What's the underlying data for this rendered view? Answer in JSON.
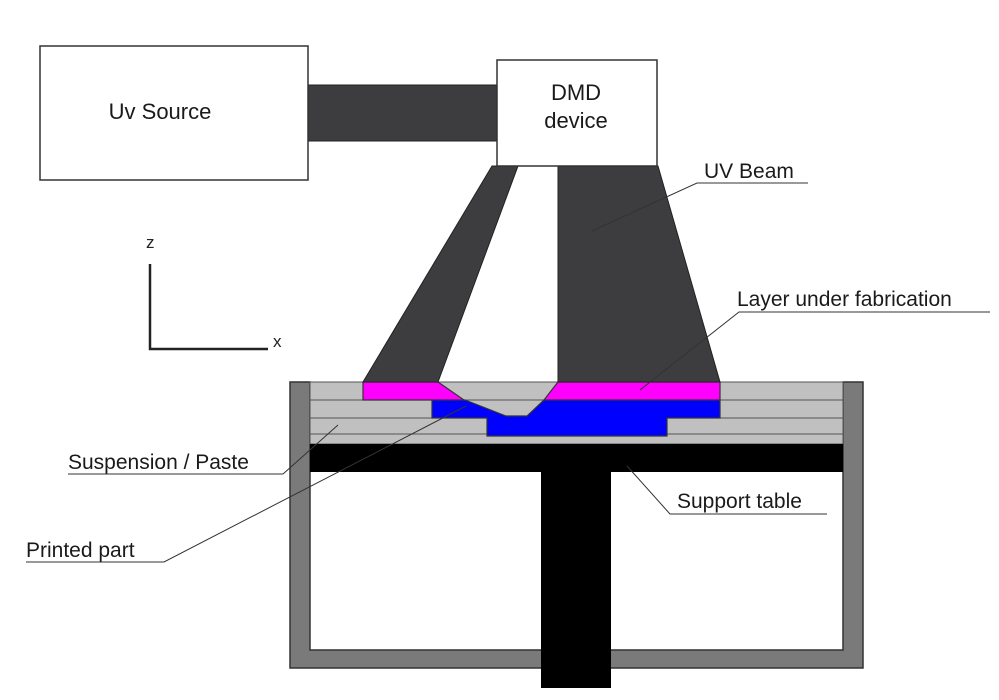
{
  "uv_source": {
    "label": "Uv Source"
  },
  "dmd": {
    "line1": "DMD",
    "line2": "device"
  },
  "axes": {
    "z": "z",
    "x": "x"
  },
  "labels": {
    "uv_beam": "UV Beam",
    "layer_under_fabrication": "Layer under fabrication",
    "suspension_paste": "Suspension / Paste",
    "support_table": "Support table",
    "printed_part": "Printed part"
  },
  "colors": {
    "beam": "#3d3d3f",
    "layer": "#ff00ff",
    "printed_part": "#0000ff",
    "suspension": "#c0c0c0",
    "container": "#7a7a7a",
    "support_table": "#000000"
  }
}
